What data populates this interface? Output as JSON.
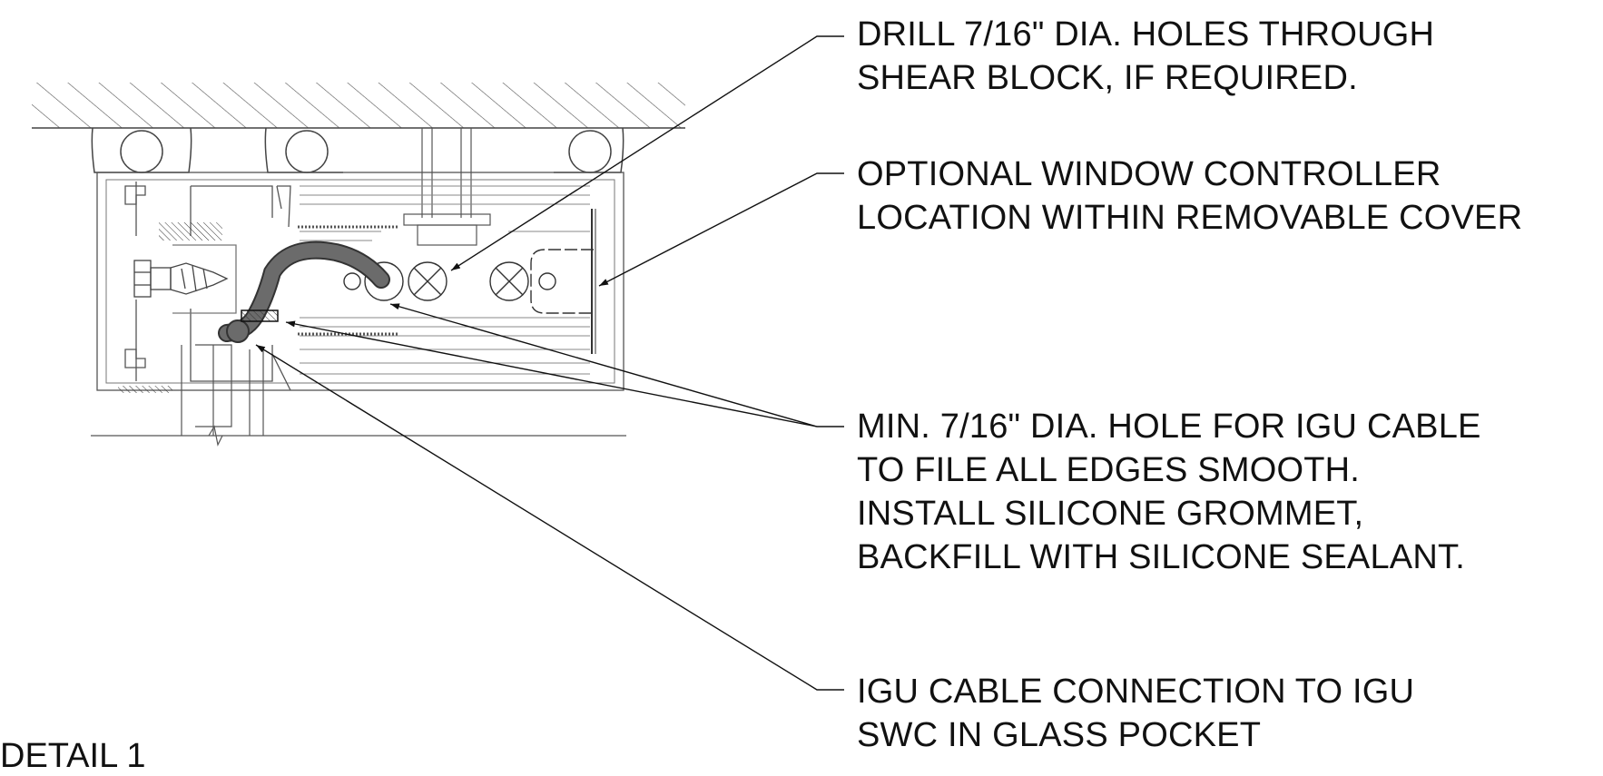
{
  "colors": {
    "ink": "#111111",
    "line": "#555555",
    "cable": "#6b6b6b",
    "background": "#ffffff"
  },
  "title": "DETAIL 1",
  "notes": [
    {
      "id": "drill-holes",
      "lines": [
        "DRILL 7/16\" DIA. HOLES THROUGH",
        "SHEAR BLOCK, IF REQUIRED."
      ]
    },
    {
      "id": "controller",
      "lines": [
        "OPTIONAL WINDOW CONTROLLER",
        "LOCATION WITHIN REMOVABLE COVER"
      ]
    },
    {
      "id": "cable-hole",
      "lines": [
        "MIN. 7/16\" DIA. HOLE FOR IGU CABLE",
        "TO FILE ALL EDGES SMOOTH.",
        "INSTALL SILICONE GROMMET,",
        "BACKFILL WITH SILICONE SEALANT."
      ]
    },
    {
      "id": "igu-connection",
      "lines": [
        "IGU CABLE CONNECTION TO IGU",
        "SWC IN GLASS POCKET"
      ]
    }
  ]
}
